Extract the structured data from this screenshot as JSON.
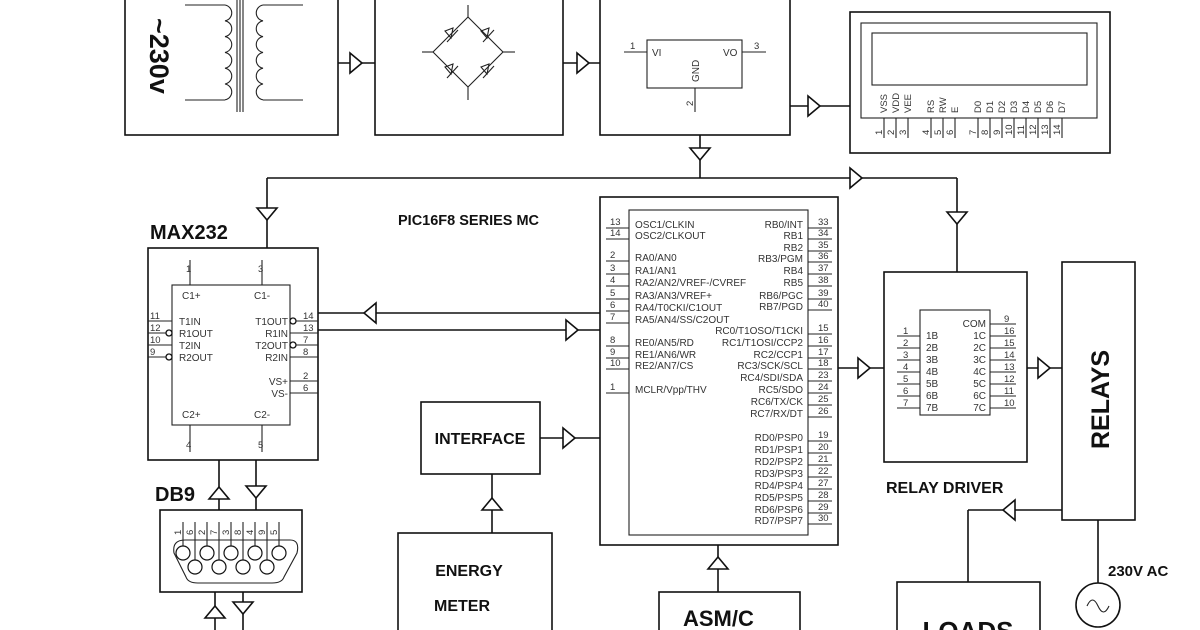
{
  "transformer": {
    "label": "~230v"
  },
  "regulator": {
    "vi": "VI",
    "vo": "VO",
    "gnd": "GND",
    "pins": [
      "1",
      "3",
      "2"
    ]
  },
  "lcd": {
    "pins": [
      [
        "VSS",
        "1"
      ],
      [
        "VDD",
        "2"
      ],
      [
        "VEE",
        "3"
      ],
      [
        "RS",
        "4"
      ],
      [
        "RW",
        "5"
      ],
      [
        "E",
        "6"
      ],
      [
        "D0",
        "7"
      ],
      [
        "D1",
        "8"
      ],
      [
        "D2",
        "9"
      ],
      [
        "D3",
        "10"
      ],
      [
        "D4",
        "11"
      ],
      [
        "D5",
        "12"
      ],
      [
        "D6",
        "13"
      ],
      [
        "D7",
        "14"
      ]
    ]
  },
  "max232": {
    "title": "MAX232",
    "top": [
      [
        "C1+",
        "1"
      ],
      [
        "C1-",
        "3"
      ]
    ],
    "bottom": [
      [
        "C2+",
        "4"
      ],
      [
        "C2-",
        "5"
      ]
    ],
    "left": [
      [
        "T1IN",
        "11"
      ],
      [
        "R1OUT",
        "12"
      ],
      [
        "T2IN",
        "10"
      ],
      [
        "R2OUT",
        "9"
      ]
    ],
    "right": [
      [
        "T1OUT",
        "14"
      ],
      [
        "R1IN",
        "13"
      ],
      [
        "T2OUT",
        "7"
      ],
      [
        "R2IN",
        "8"
      ],
      [
        "VS+",
        "2"
      ],
      [
        "VS-",
        "6"
      ]
    ]
  },
  "pic": {
    "title": "PIC16F8 SERIES MC",
    "left": [
      [
        "OSC1/CLKIN",
        "13"
      ],
      [
        "OSC2/CLKOUT",
        "14"
      ],
      [
        "RA0/AN0",
        "2"
      ],
      [
        "RA1/AN1",
        "3"
      ],
      [
        "RA2/AN2/VREF-/CVREF",
        "4"
      ],
      [
        "RA3/AN3/VREF+",
        "5"
      ],
      [
        "RA4/T0CKI/C1OUT",
        "6"
      ],
      [
        "RA5/AN4/SS/C2OUT",
        "7"
      ],
      [
        "RE0/AN5/RD",
        "8"
      ],
      [
        "RE1/AN6/WR",
        "9"
      ],
      [
        "RE2/AN7/CS",
        "10"
      ],
      [
        "MCLR/Vpp/THV",
        "1"
      ]
    ],
    "right": [
      [
        "RB0/INT",
        "33"
      ],
      [
        "RB1",
        "34"
      ],
      [
        "RB2",
        "35"
      ],
      [
        "RB3/PGM",
        "36"
      ],
      [
        "RB4",
        "37"
      ],
      [
        "RB5",
        "38"
      ],
      [
        "RB6/PGC",
        "39"
      ],
      [
        "RB7/PGD",
        "40"
      ],
      [
        "RC0/T1OSO/T1CKI",
        "15"
      ],
      [
        "RC1/T1OSI/CCP2",
        "16"
      ],
      [
        "RC2/CCP1",
        "17"
      ],
      [
        "RC3/SCK/SCL",
        "18"
      ],
      [
        "RC4/SDI/SDA",
        "23"
      ],
      [
        "RC5/SDO",
        "24"
      ],
      [
        "RC6/TX/CK",
        "25"
      ],
      [
        "RC7/RX/DT",
        "26"
      ],
      [
        "RD0/PSP0",
        "19"
      ],
      [
        "RD1/PSP1",
        "20"
      ],
      [
        "RD2/PSP2",
        "21"
      ],
      [
        "RD3/PSP3",
        "22"
      ],
      [
        "RD4/PSP4",
        "27"
      ],
      [
        "RD5/PSP5",
        "28"
      ],
      [
        "RD6/PSP6",
        "29"
      ],
      [
        "RD7/PSP7",
        "30"
      ]
    ]
  },
  "relay_driver": {
    "title": "RELAY DRIVER",
    "left": [
      [
        "1B",
        "1"
      ],
      [
        "2B",
        "2"
      ],
      [
        "3B",
        "3"
      ],
      [
        "4B",
        "4"
      ],
      [
        "5B",
        "5"
      ],
      [
        "6B",
        "6"
      ],
      [
        "7B",
        "7"
      ]
    ],
    "right": [
      [
        "COM",
        "9"
      ],
      [
        "1C",
        "16"
      ],
      [
        "2C",
        "15"
      ],
      [
        "3C",
        "14"
      ],
      [
        "4C",
        "13"
      ],
      [
        "5C",
        "12"
      ],
      [
        "6C",
        "11"
      ],
      [
        "7C",
        "10"
      ]
    ]
  },
  "relays": {
    "label": "RELAYS"
  },
  "ac_source": {
    "label": "230V AC"
  },
  "loads": {
    "label": "LOADS"
  },
  "interface": {
    "label": "INTERFACE"
  },
  "energy_meter": {
    "line1": "ENERGY",
    "line2": "METER"
  },
  "asm": {
    "label": "ASM/C"
  },
  "db9": {
    "title": "DB9",
    "pins": [
      "1",
      "6",
      "2",
      "7",
      "3",
      "8",
      "4",
      "9",
      "5"
    ]
  }
}
